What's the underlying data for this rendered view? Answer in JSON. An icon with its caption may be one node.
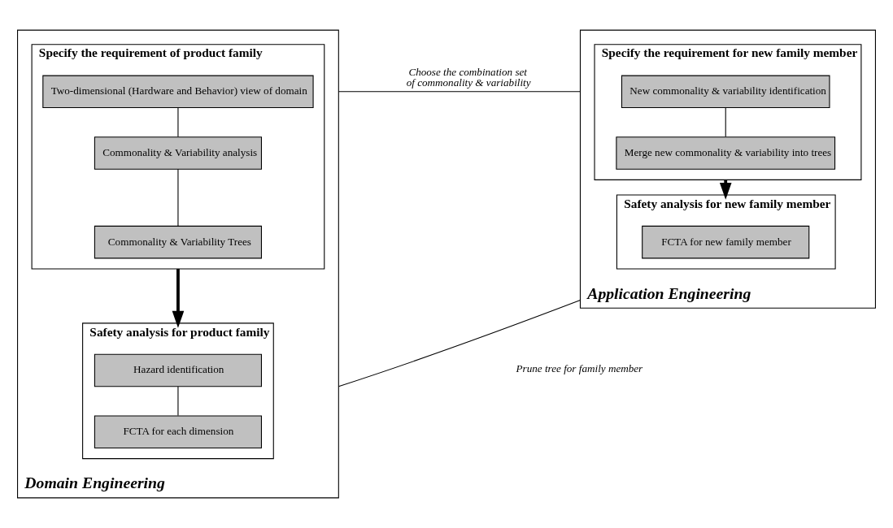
{
  "diagram": {
    "nodes": [
      {
        "text": [
          "Domain Engineering"
        ]
      },
      {
        "text": [
          "Specify the requirement of product family"
        ],
        "in": 0
      },
      {
        "text": [
          "Two-dimensional (Hardware and Behavior) view of domain"
        ],
        "in": 1
      },
      {
        "text": [
          "Commonality & Variability analysis"
        ],
        "in": 1
      },
      {
        "text": [
          "Commonality & Variability Trees"
        ],
        "in": 1
      },
      {
        "text": [
          "Safety analysis for product family"
        ],
        "in": 0
      },
      {
        "text": [
          "Hazard identification"
        ],
        "in": 5
      },
      {
        "text": [
          "FCTA for each dimension"
        ],
        "in": 5
      },
      {
        "text": [
          "Application Engineering"
        ]
      },
      {
        "text": [
          "Specify the requirement for new family member"
        ],
        "in": 8
      },
      {
        "text": [
          "New commonality & variability identification"
        ],
        "in": 9
      },
      {
        "text": [
          "Merge new commonality & variability into trees"
        ],
        "in": 9
      },
      {
        "text": [
          "Safety analysis for new family member"
        ],
        "in": 8
      },
      {
        "text": [
          "FCTA for new family member"
        ],
        "in": 12
      }
    ],
    "edges": [
      {
        "from": 2,
        "to": 3,
        "arrow": "none"
      },
      {
        "from": 3,
        "to": 4,
        "arrow": "none"
      },
      {
        "from": 1,
        "to": 5,
        "arrow": "to",
        "style": "thick"
      },
      {
        "from": 6,
        "to": 7,
        "arrow": "none"
      },
      {
        "from": 10,
        "to": 11,
        "arrow": "none"
      },
      {
        "from": 9,
        "to": 12,
        "arrow": "to",
        "style": "thick"
      },
      {
        "from": 0,
        "to": 8,
        "arrow": "none",
        "label": "Choose the combination set of commonality & variability"
      },
      {
        "from": 0,
        "to": 8,
        "arrow": "none",
        "label": "Prune tree for family member"
      }
    ]
  }
}
